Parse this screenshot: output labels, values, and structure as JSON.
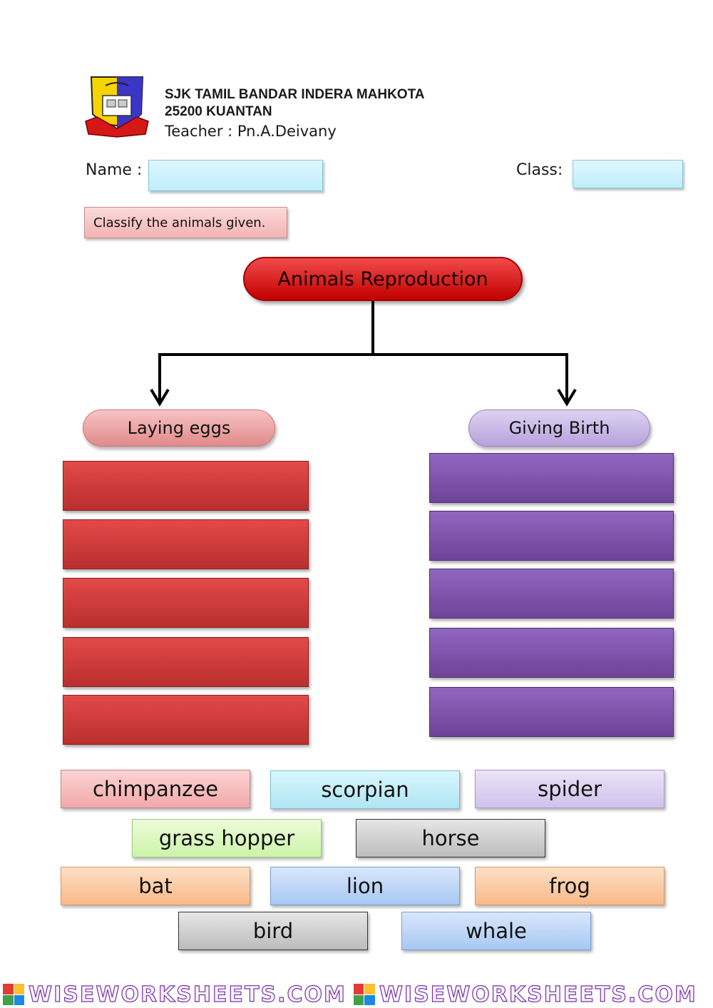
{
  "header": {
    "school_name": "SJK TAMIL BANDAR INDERA MAHKOTA",
    "postcode_city": "25200 KUANTAN",
    "teacher": "Teacher : Pn.A.Deivany",
    "logo_icon": "school-crest-icon"
  },
  "form": {
    "name_label": "Name :",
    "name_value": "",
    "class_label": "Class:",
    "class_value": ""
  },
  "instruction": "Classify the animals given.",
  "diagram": {
    "root": "Animals Reproduction",
    "left_category": "Laying eggs",
    "right_category": "Giving Birth",
    "left_slots": 5,
    "right_slots": 5,
    "left_color": "#d63d3c",
    "right_color": "#7f54ad"
  },
  "cards": [
    {
      "label": "chimpanzee",
      "color": "#f5b6b6"
    },
    {
      "label": "scorpian",
      "color": "#b8ecf7"
    },
    {
      "label": "spider",
      "color": "#d9ccf0"
    },
    {
      "label": "grass hopper",
      "color": "#d6f7b8"
    },
    {
      "label": "horse",
      "color": "#cfcfcf"
    },
    {
      "label": "bat",
      "color": "#fbc59a"
    },
    {
      "label": "lion",
      "color": "#b6d1f7"
    },
    {
      "label": "frog",
      "color": "#fbc59a"
    },
    {
      "label": "bird",
      "color": "#cfcfcf"
    },
    {
      "label": "whale",
      "color": "#b6d1f7"
    }
  ],
  "footer": {
    "watermark": "WISEWORKSHEETS.COM",
    "logo_icon": "wiseworksheets-logo-icon"
  }
}
